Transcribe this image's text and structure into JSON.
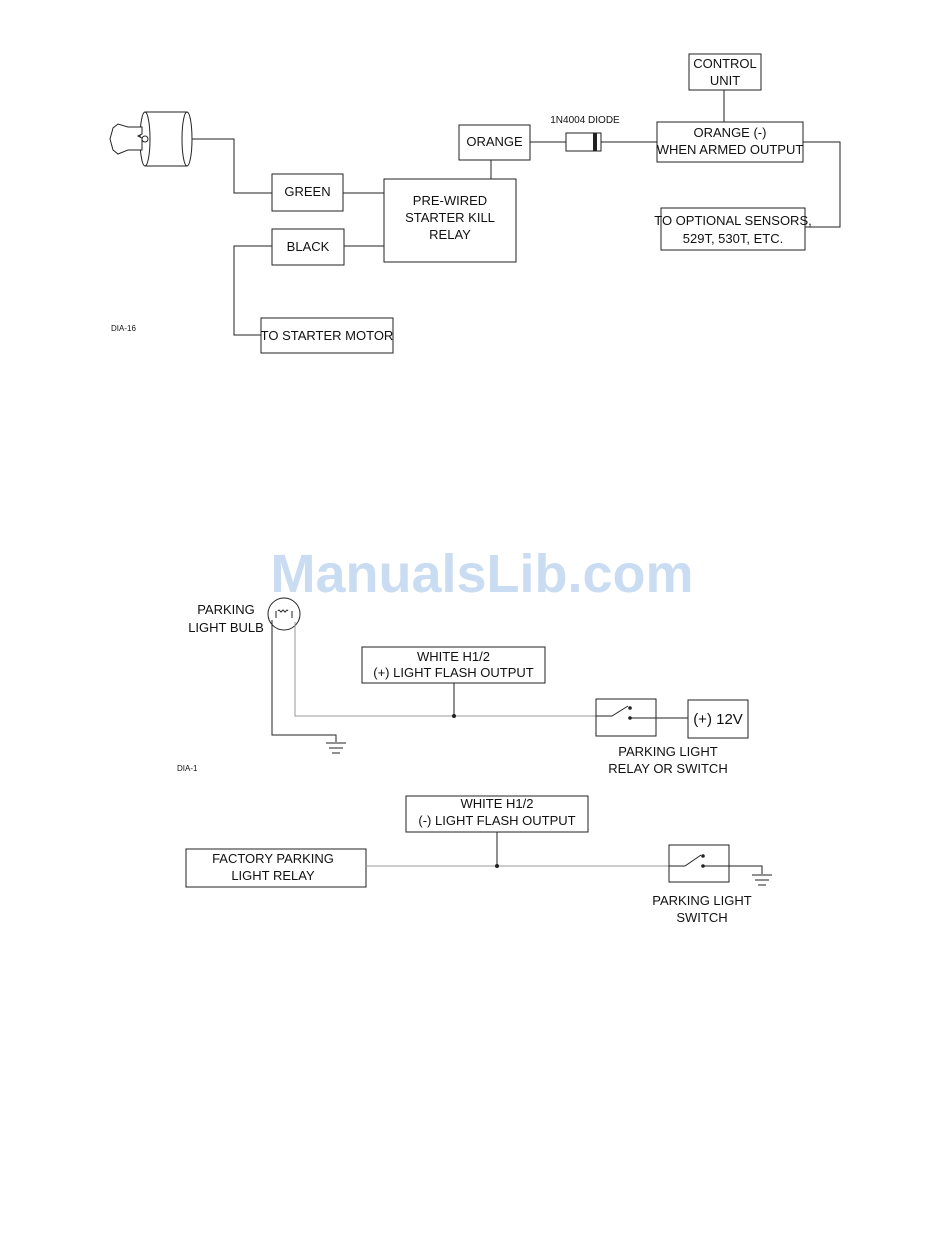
{
  "watermark": "ManualsLib.com",
  "diagram1": {
    "ref": "DIA-16",
    "green": "GREEN",
    "black": "BLACK",
    "relay": [
      "PRE-WIRED",
      "STARTER KILL",
      "RELAY"
    ],
    "orange": "ORANGE",
    "diode": "1N4004 DIODE",
    "control_unit": [
      "CONTROL",
      "UNIT"
    ],
    "armed_output": [
      "ORANGE (-)",
      "WHEN ARMED OUTPUT"
    ],
    "sensors": [
      "TO OPTIONAL SENSORS,",
      "529T, 530T, ETC."
    ],
    "starter_motor": "TO STARTER MOTOR"
  },
  "diagram2": {
    "ref": "DIA-1",
    "bulb_label": [
      "PARKING",
      "LIGHT BULB"
    ],
    "white_pos": [
      "WHITE H1/2",
      "(+) LIGHT FLASH OUTPUT"
    ],
    "v12": "(+) 12V",
    "relay_switch": [
      "PARKING LIGHT",
      "RELAY OR SWITCH"
    ],
    "white_neg": [
      "WHITE H1/2",
      "(-) LIGHT FLASH OUTPUT"
    ],
    "factory_relay": [
      "FACTORY PARKING",
      "LIGHT RELAY"
    ],
    "switch_label": [
      "PARKING LIGHT",
      "SWITCH"
    ]
  }
}
